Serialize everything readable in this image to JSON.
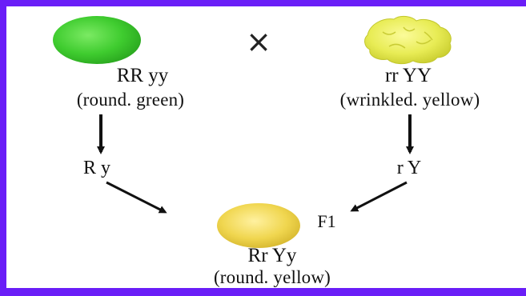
{
  "cross_symbol": "×",
  "parent_1": {
    "genotype": "RR yy",
    "phenotype": "(round. green)",
    "seed_color": "#49d13a"
  },
  "parent_2": {
    "genotype": "rr YY",
    "phenotype": "(wrinkled. yellow)",
    "seed_color": "#eef060"
  },
  "gamete_1": "R y",
  "gamete_2": "r Y",
  "offspring": {
    "generation_label": "F1",
    "genotype": "Rr Yy",
    "phenotype": "(round. yellow)",
    "seed_color": "#f2db5c"
  },
  "colors": {
    "frame": "#6a1ef7",
    "arrow": "#111111"
  }
}
